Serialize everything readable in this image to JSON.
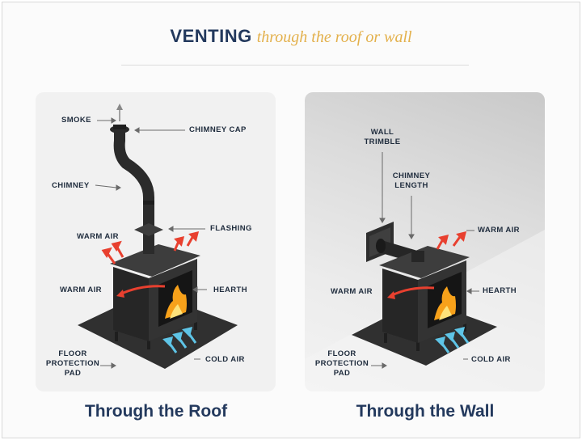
{
  "title": {
    "strong": "VENTING",
    "script": "through the roof  or wall"
  },
  "roof": {
    "caption": "Through the Roof",
    "labels": {
      "smoke": "SMOKE",
      "chimney_cap": "CHIMNEY CAP",
      "chimney": "CHIMNEY",
      "flashing": "FLASHING",
      "warm_air_top": "WARM AIR",
      "warm_air_side": "WARM AIR",
      "hearth": "HEARTH",
      "floor_protection_pad": [
        "FLOOR",
        "PROTECTION",
        "PAD"
      ],
      "cold_air": "COLD AIR"
    }
  },
  "wall": {
    "caption": "Through the Wall",
    "labels": {
      "wall_trimble": [
        "WALL",
        "TRIMBLE"
      ],
      "chimney_length": [
        "CHIMNEY",
        "LENGTH"
      ],
      "warm_air_top": "WARM AIR",
      "warm_air_side": "WARM AIR",
      "hearth": "HEARTH",
      "floor_protection_pad": [
        "FLOOR",
        "PROTECTION",
        "PAD"
      ],
      "cold_air": "COLD AIR"
    }
  },
  "colors": {
    "navy": "#23395d",
    "gold": "#e3b04b",
    "stove": "#2b2b2b",
    "warm_arrow": "#e8402f",
    "cold_arrow": "#5ec4e6",
    "fire": "#f7a11a"
  }
}
